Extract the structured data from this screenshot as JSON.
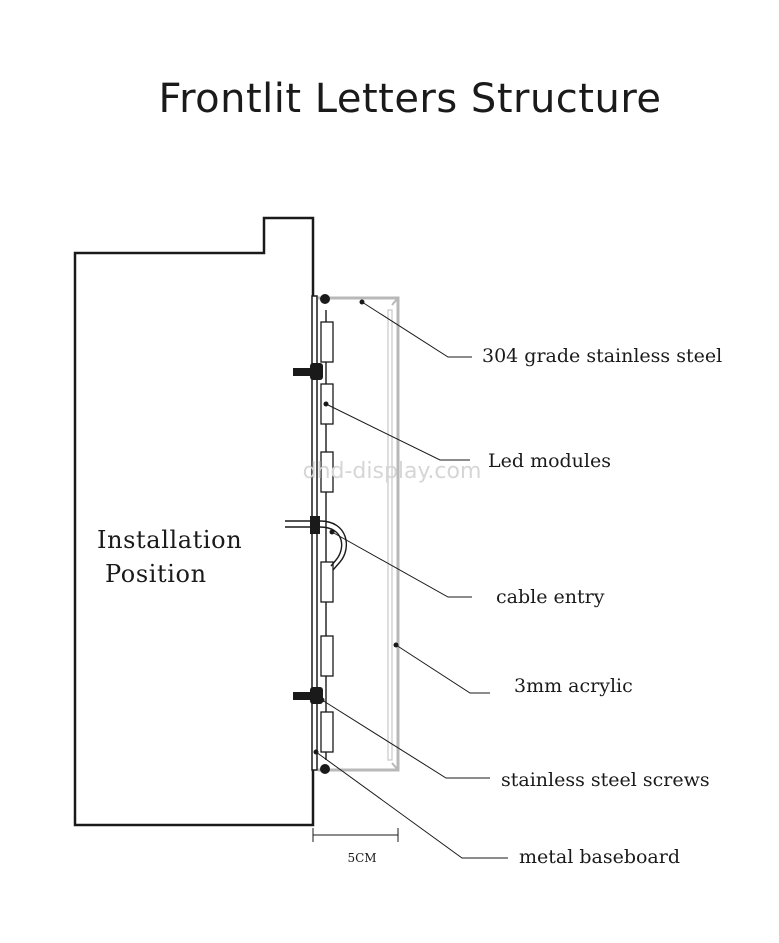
{
  "title": "Frontlit Letters Structure",
  "wall_label": {
    "line1": "Installation",
    "line2": "Position"
  },
  "watermark": "dhd-display.com",
  "dimension": "5CM",
  "callouts": [
    {
      "id": "stainless",
      "label": "304 grade stainless steel"
    },
    {
      "id": "led",
      "label": "Led modules"
    },
    {
      "id": "cable",
      "label": "cable entry"
    },
    {
      "id": "acrylic",
      "label": "3mm acrylic"
    },
    {
      "id": "screws",
      "label": "stainless steel screws"
    },
    {
      "id": "baseboard",
      "label": "metal baseboard"
    }
  ],
  "colors": {
    "line": "#1a1a1a",
    "steel": "#b8b8b8",
    "acrylic": "#c8c8c8"
  }
}
